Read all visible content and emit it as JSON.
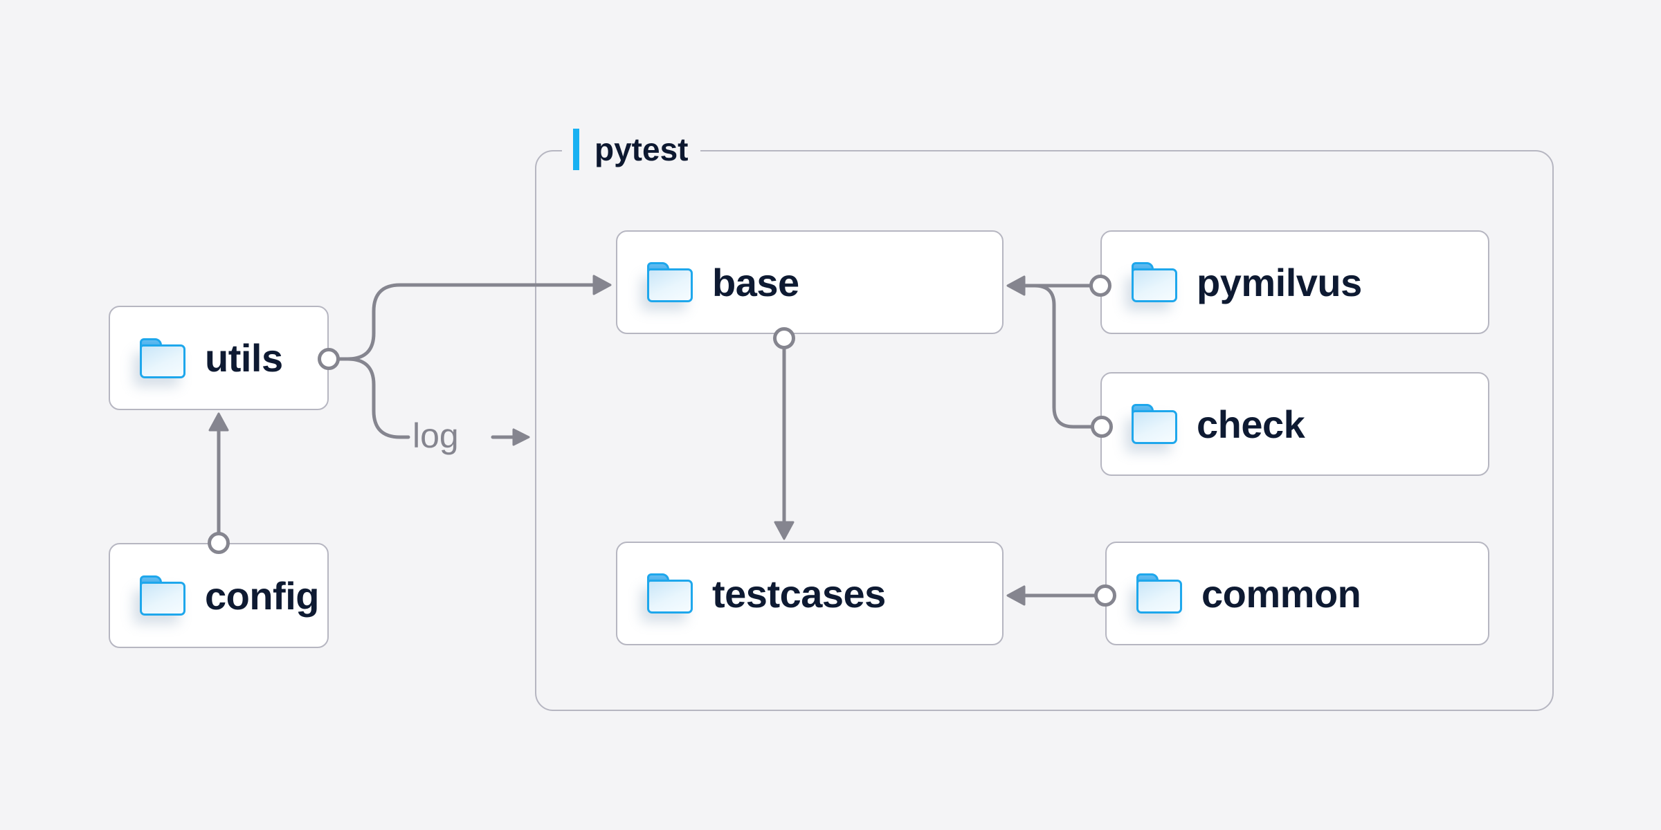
{
  "diagram": {
    "container_label": "pytest",
    "log_label": "log",
    "nodes": [
      {
        "id": "utils",
        "label": "utils"
      },
      {
        "id": "config",
        "label": "config"
      },
      {
        "id": "base",
        "label": "base"
      },
      {
        "id": "pymilvus",
        "label": "pymilvus"
      },
      {
        "id": "check",
        "label": "check"
      },
      {
        "id": "testcases",
        "label": "testcases"
      },
      {
        "id": "common",
        "label": "common"
      }
    ],
    "edges": [
      {
        "from": "config",
        "to": "utils"
      },
      {
        "from": "utils",
        "to": "base"
      },
      {
        "from": "utils",
        "to": "log",
        "note": "arrow points into pytest container"
      },
      {
        "from": "pymilvus",
        "to": "base"
      },
      {
        "from": "check",
        "to": "base"
      },
      {
        "from": "base",
        "to": "testcases"
      },
      {
        "from": "common",
        "to": "testcases"
      }
    ],
    "icons": {
      "node_icon": "folder-icon"
    },
    "colors": {
      "background": "#f4f4f6",
      "node_fill": "#ffffff",
      "node_border": "#b6b6c1",
      "connector_gray": "#85858f",
      "text_navy": "#0e1a32",
      "accent_blue": "#18b1f2",
      "folder_blue": "#1ea7ec"
    }
  }
}
